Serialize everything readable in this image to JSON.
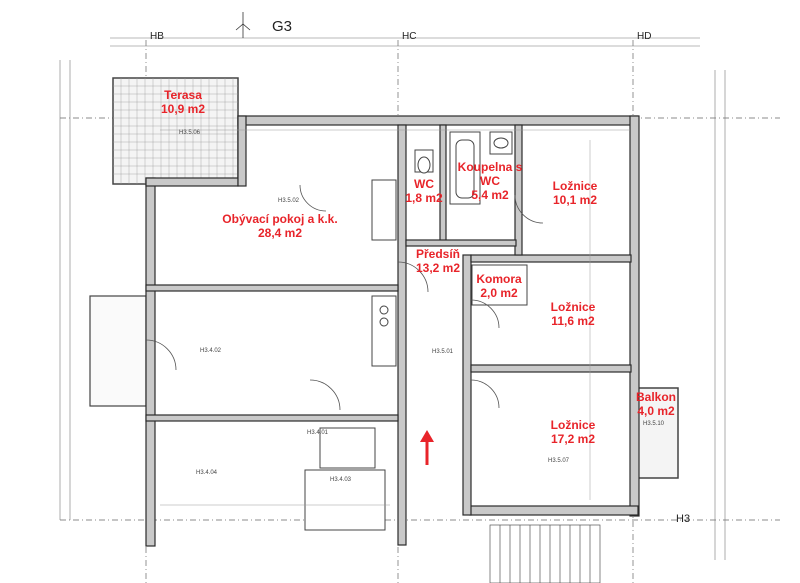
{
  "grid": {
    "hb": "HB",
    "hc": "HC",
    "hd": "HD",
    "g3": "G3",
    "h3": "H3"
  },
  "rooms": [
    {
      "key": "terasa",
      "name": "Terasa",
      "area": "10,9 m2"
    },
    {
      "key": "obyvaci",
      "name": "Obývací pokoj a k.k.",
      "area": "28,4 m2"
    },
    {
      "key": "wc",
      "name": "WC",
      "area": "1,8 m2"
    },
    {
      "key": "koupelna",
      "name": "Koupelna s WC",
      "area": "5,4 m2"
    },
    {
      "key": "loznice1",
      "name": "Ložnice",
      "area": "10,1 m2"
    },
    {
      "key": "predsin",
      "name": "Předsíň",
      "area": "13,2 m2"
    },
    {
      "key": "komora",
      "name": "Komora",
      "area": "2,0 m2"
    },
    {
      "key": "loznice2",
      "name": "Ložnice",
      "area": "11,6 m2"
    },
    {
      "key": "loznice3",
      "name": "Ložnice",
      "area": "17,2 m2"
    },
    {
      "key": "balkon",
      "name": "Balkon",
      "area": "4,0 m2"
    }
  ],
  "room_codes": {
    "terasa": "H3.5.06",
    "obyvaci": "H3.5.02",
    "h3402": "H3.4.02",
    "h3404": "H3.4.04",
    "h3401": "H3.4.01",
    "h3403": "H3.4.03",
    "h3501": "H3.5.01",
    "h3507": "H3.5.07",
    "balkon": "H3.5.10"
  },
  "colors": {
    "annotation": "#e8242a",
    "walls": "#2b2b2b",
    "fill": "#c9c9c9",
    "line": "#555555"
  },
  "arrow_icon": "entrance-arrow-up"
}
